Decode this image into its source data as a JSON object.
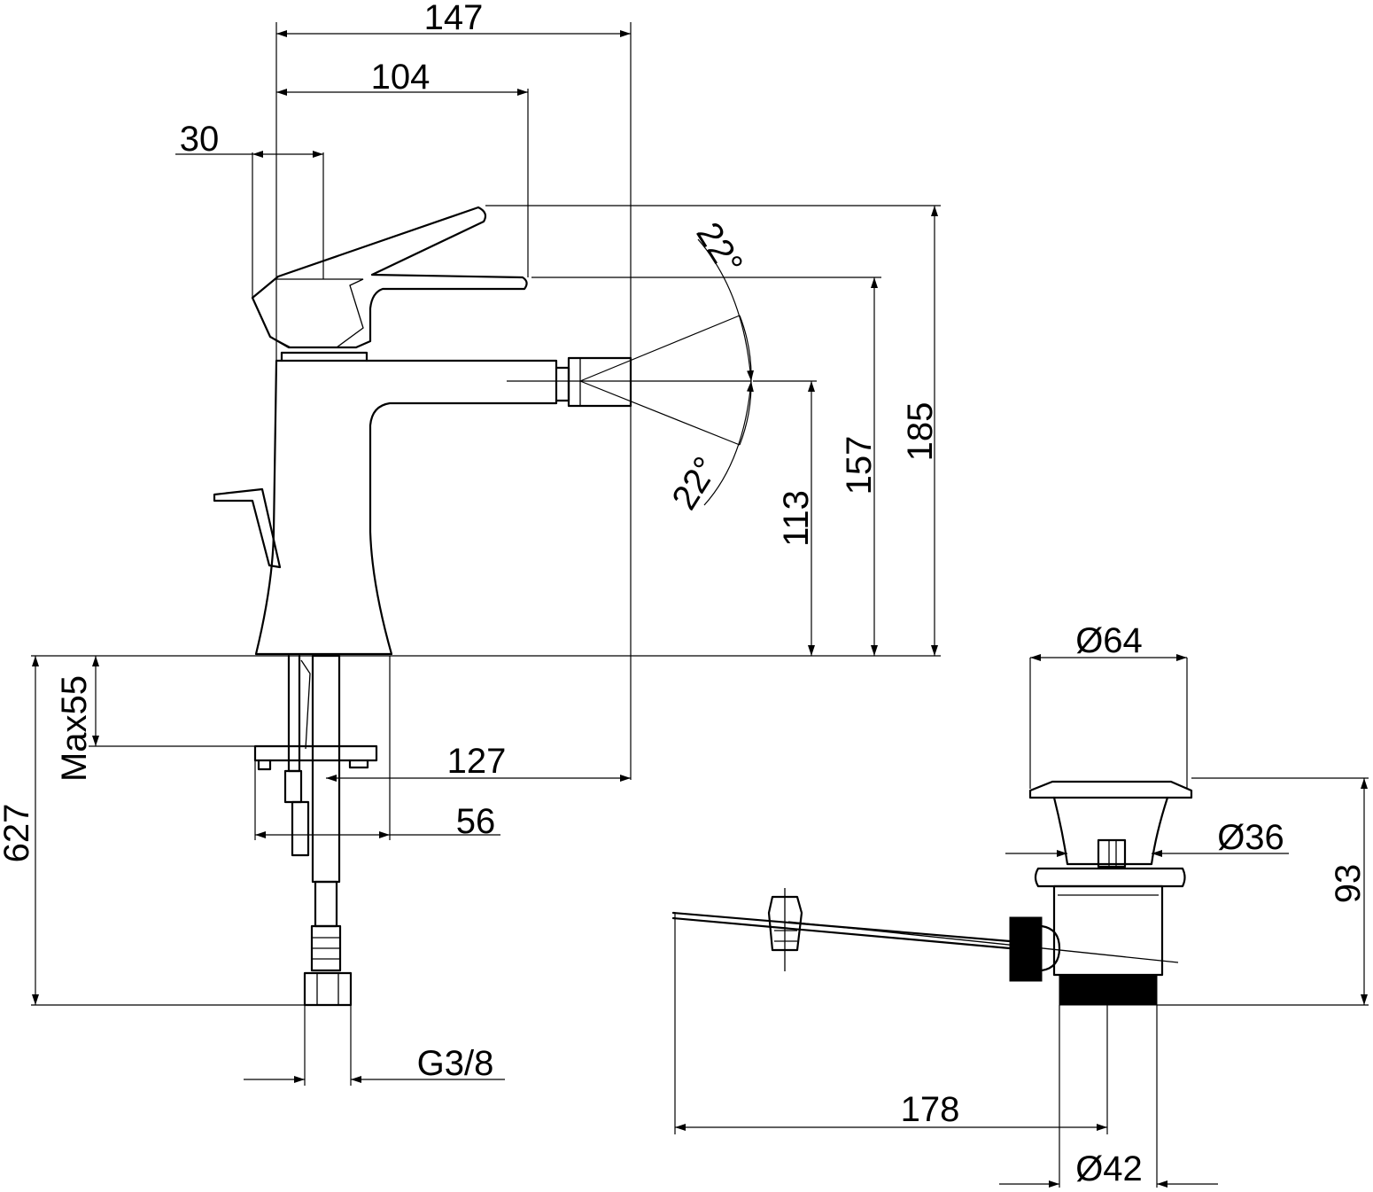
{
  "dimensions": {
    "width_147": "147",
    "width_104": "104",
    "width_30": "30",
    "angle_up": "22°",
    "angle_down": "22°",
    "height_185": "185",
    "height_157": "157",
    "height_113": "113",
    "max_55": "Max55",
    "length_627": "627",
    "offset_127": "127",
    "offset_56": "56",
    "thread": "G3/8",
    "diameter_64": "Ø64",
    "diameter_36": "Ø36",
    "height_93": "93",
    "length_178": "178",
    "diameter_42": "Ø42"
  }
}
